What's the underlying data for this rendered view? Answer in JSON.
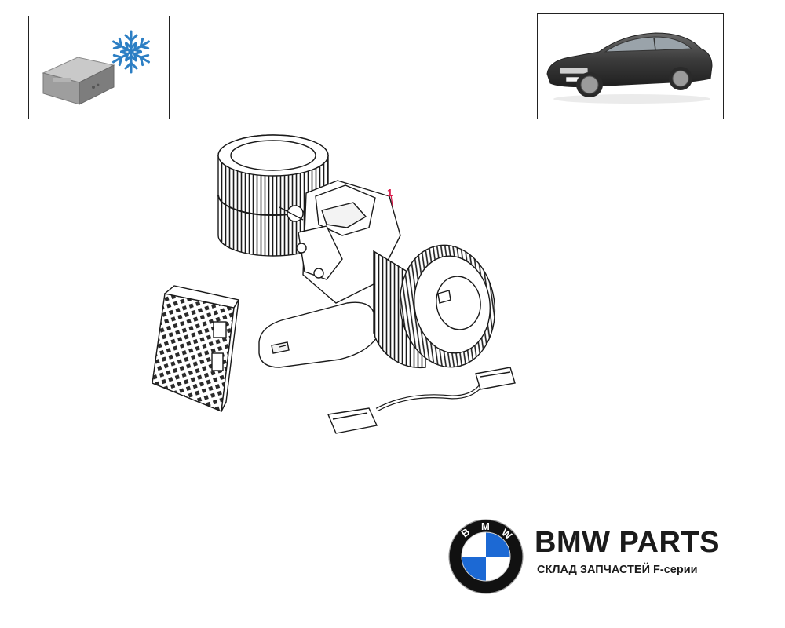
{
  "thumbnails": {
    "left": {
      "icon": "snowflake-icon",
      "accent": "#2d7fc4"
    },
    "right": {
      "icon": "car-icon"
    }
  },
  "diagram": {
    "callout": {
      "label": "1",
      "color": "#d81b4a"
    }
  },
  "brand": {
    "title": "BMW PARTS",
    "subtitle": "СКЛАД ЗАПЧАСТЕЙ F-серии",
    "roundel_letters": [
      "B",
      "M",
      "W"
    ],
    "colors": {
      "blue": "#1c69d4",
      "ring": "#111111"
    }
  }
}
